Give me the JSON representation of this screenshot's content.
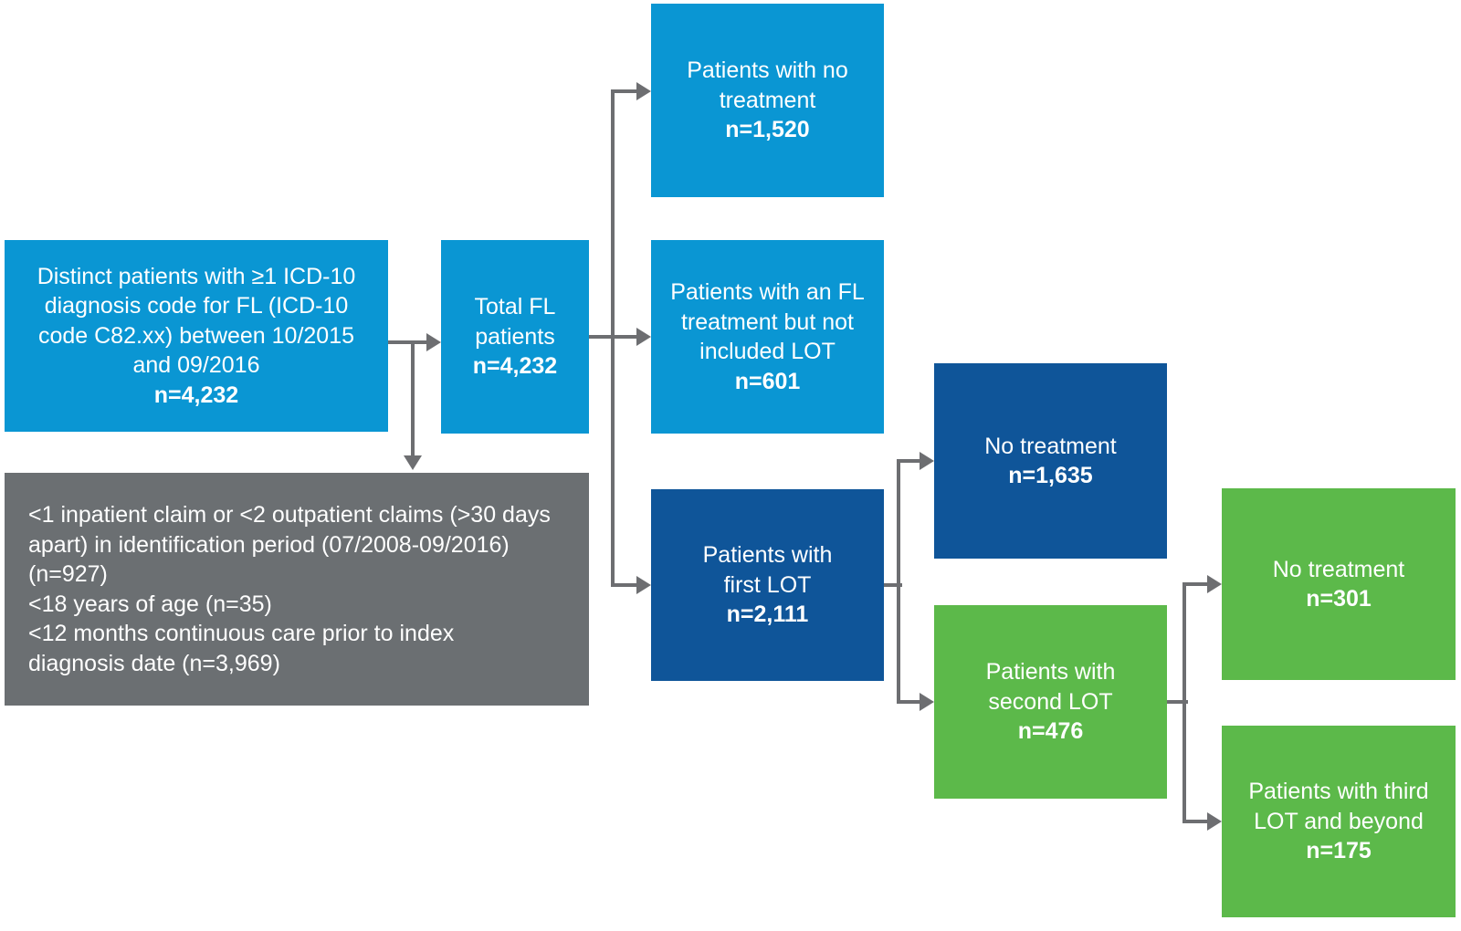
{
  "colors": {
    "light_blue": "#0a96d3",
    "dark_blue": "#0f5599",
    "green": "#5cb94a",
    "gray": "#6b6f72",
    "arrow_gray": "#6d6e71",
    "text": "#ffffff"
  },
  "diagram": {
    "cohort": {
      "label": "Distinct patients with ≥1 ICD-10\ndiagnosis code for FL (ICD-10\ncode C82.xx) between 10/2015\nand 09/2016",
      "n": "n=4,232"
    },
    "exclusions": {
      "items": [
        "<1 inpatient claim or <2 outpatient claims (>30 days\napart) in identification period (07/2008-09/2016)\n(n=927)",
        "<18 years of age (n=35)",
        "<12 months continuous care prior to index\ndiagnosis date (n=3,969)"
      ]
    },
    "total": {
      "label": "Total FL\npatients",
      "n": "n=4,232"
    },
    "no_treatment_initial": {
      "label": "Patients with no\ntreatment",
      "n": "n=1,520"
    },
    "fl_treatment_not_lot": {
      "label": "Patients with an FL\ntreatment but not\nincluded LOT",
      "n": "n=601"
    },
    "first_lot": {
      "label": "Patients with\nfirst LOT",
      "n": "n=2,111"
    },
    "no_treatment_after_first": {
      "label": "No treatment",
      "n": "n=1,635"
    },
    "second_lot": {
      "label": "Patients with\nsecond LOT",
      "n": "n=476"
    },
    "no_treatment_after_second": {
      "label": "No treatment",
      "n": "n=301"
    },
    "third_lot": {
      "label": "Patients with third\nLOT and beyond",
      "n": "n=175"
    }
  }
}
